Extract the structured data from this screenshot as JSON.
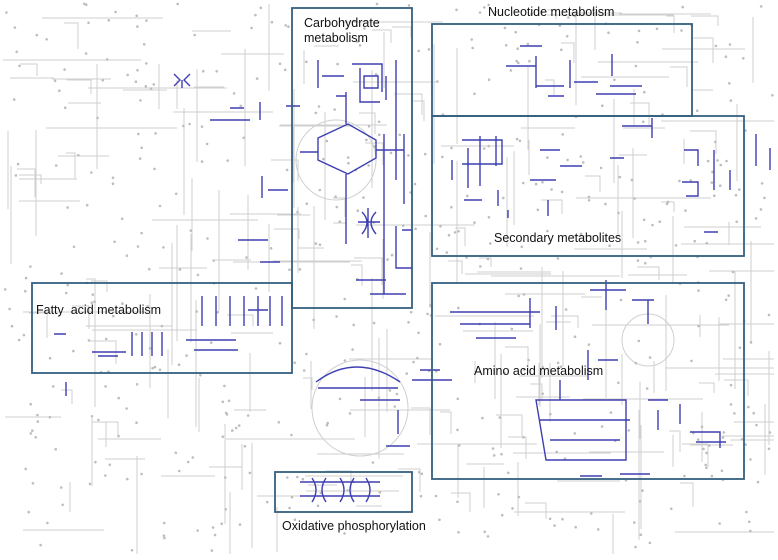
{
  "colors": {
    "background": "#ffffff",
    "background_pathway": "#cfcfcf",
    "highlighted_pathway": "#3d3fb0",
    "region_box": "#34607f",
    "label_text": "#111111"
  },
  "regions": [
    {
      "id": "carbohydrate",
      "line1": "Carbohydrate",
      "line2": "metabolism"
    },
    {
      "id": "nucleotide",
      "line1": "Nucleotide metabolism",
      "line2": ""
    },
    {
      "id": "secondary",
      "line1": "Secondary metabolites",
      "line2": ""
    },
    {
      "id": "fatty-acid",
      "line1": "Fatty  acid metabolism",
      "line2": ""
    },
    {
      "id": "amino-acid",
      "line1": "Amino acid metabolism",
      "line2": ""
    },
    {
      "id": "oxidative",
      "line1": "Oxidative phosphorylation",
      "line2": ""
    }
  ]
}
